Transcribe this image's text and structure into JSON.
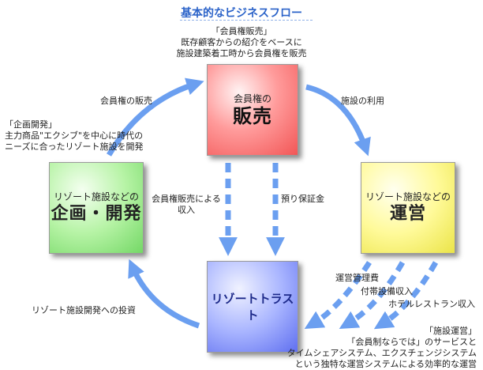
{
  "title": "基本的なビジネスフロー",
  "boxes": {
    "sales": {
      "line1": "会員権の",
      "line2": "販売"
    },
    "development": {
      "line1": "リゾート施設などの",
      "line2": "企画・開発"
    },
    "operations": {
      "line1": "リゾート施設などの",
      "line2": "運営"
    },
    "trust": {
      "line1": "リゾートトラスト"
    }
  },
  "notes": {
    "sales_note": [
      "「会員権販売」",
      "既存顧客からの紹介をベースに",
      "施設建築着工時から会員権を販売"
    ],
    "dev_note": [
      "「企画開発」",
      "主力商品\"エクシブ\"を中心に時代の",
      "ニーズに合ったリゾート施設を開発"
    ],
    "ops_note": [
      "「施設運営」",
      "「会員制ならでは」のサービスと",
      "タイムシェアシステム、エクスチェンジシステム",
      "という独特な運営システムによる効率的な運営"
    ]
  },
  "arrow_labels": {
    "sale_of_membership": "会員権の販売",
    "facility_use": "施設の利用",
    "membership_income": [
      "会員権販売による",
      "収入"
    ],
    "deposits": "預り保証金",
    "investment": "リゾート施設開発への投資",
    "management_fee": "運営管理費",
    "facility_income": "付帯設備収入",
    "hotel_income": "ホテルレストラン収入"
  },
  "colors": {
    "arrow": "#6b9ff0",
    "title": "#2b63c9"
  }
}
